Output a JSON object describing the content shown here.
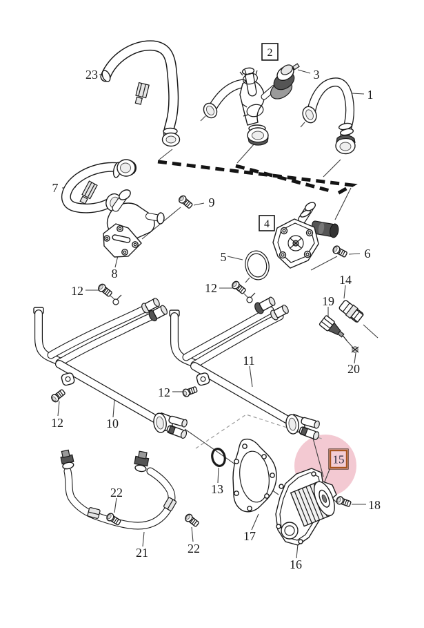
{
  "page": {
    "background": "#ffffff"
  },
  "highlight": {
    "part_number": "15",
    "circle_color": "#f3c9d2",
    "box_border_color": "#a8551e",
    "box_fill": "#f3cdd4"
  },
  "boxed_labels": [
    "2",
    "4",
    "15"
  ],
  "callout_occurrences": [
    "1",
    "2",
    "3",
    "4",
    "5",
    "6",
    "7",
    "8",
    "9",
    "10",
    "11",
    "12",
    "12",
    "12",
    "12",
    "13",
    "14",
    "15",
    "16",
    "17",
    "18",
    "19",
    "20",
    "21",
    "22",
    "22",
    "23"
  ],
  "labels": {
    "n1": "1",
    "n2": "2",
    "n3": "3",
    "n4": "4",
    "n5": "5",
    "n6": "6",
    "n7": "7",
    "n8": "8",
    "n9": "9",
    "n10": "10",
    "n11": "11",
    "n12": "12",
    "n13": "13",
    "n14": "14",
    "n15": "15",
    "n16": "16",
    "n17": "17",
    "n18": "18",
    "n19": "19",
    "n20": "20",
    "n21": "21",
    "n22": "22",
    "n23": "23"
  }
}
